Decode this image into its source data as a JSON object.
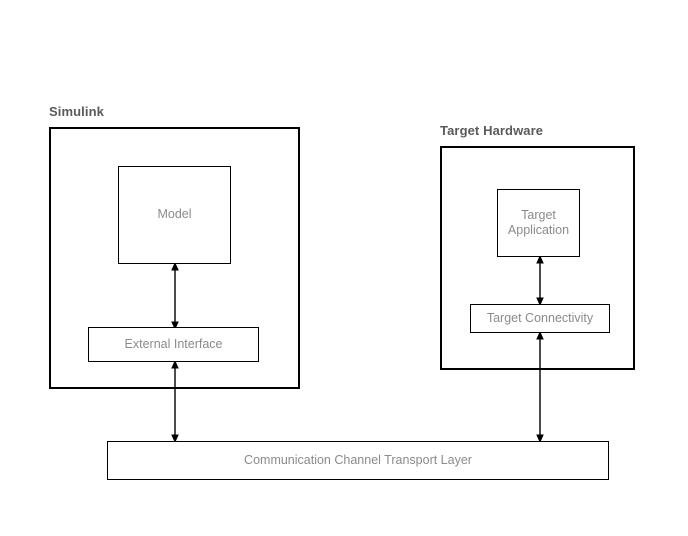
{
  "diagram": {
    "title_text_color": "#5a5a5a",
    "node_text_color": "#8d8a8d",
    "line_color": "#000000",
    "background": "#ffffff",
    "groups": [
      {
        "id": "simulink",
        "label": "Simulink"
      },
      {
        "id": "target_hardware",
        "label": "Target Hardware"
      }
    ],
    "nodes": [
      {
        "id": "model",
        "label": "Model"
      },
      {
        "id": "external_interface",
        "label": "External Interface"
      },
      {
        "id": "target_application",
        "label": "Target\nApplication"
      },
      {
        "id": "target_connectivity",
        "label": "Target Connectivity"
      },
      {
        "id": "transport_layer",
        "label": "Communication Channel Transport Layer"
      }
    ],
    "connections": [
      {
        "id": "model-external-interface",
        "from": "model",
        "to": "external_interface",
        "style": "double-arrow"
      },
      {
        "id": "external-interface-transport",
        "from": "external_interface",
        "to": "transport_layer",
        "style": "double-arrow"
      },
      {
        "id": "target-application-connectivity",
        "from": "target_application",
        "to": "target_connectivity",
        "style": "double-arrow"
      },
      {
        "id": "target-connectivity-transport",
        "from": "target_connectivity",
        "to": "transport_layer",
        "style": "double-arrow"
      }
    ]
  }
}
